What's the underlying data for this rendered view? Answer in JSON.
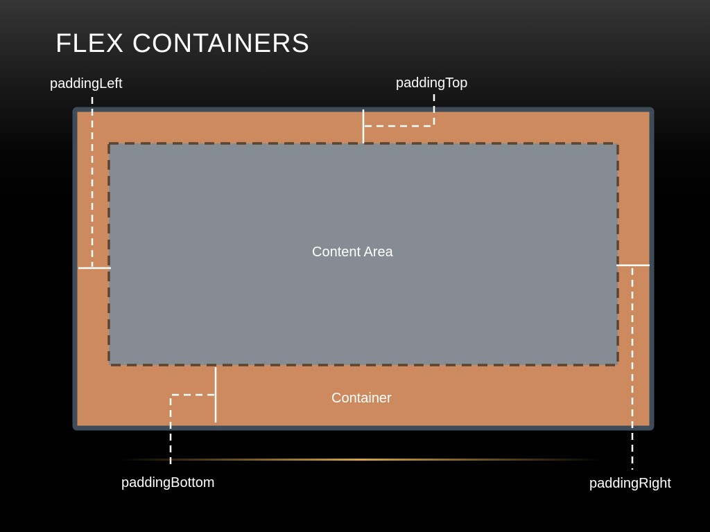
{
  "slide": {
    "title": "Flex Containers"
  },
  "diagram": {
    "content_area_label": "Content Area",
    "container_label": "Container",
    "padding_labels": {
      "left": "paddingLeft",
      "top": "paddingTop",
      "right": "paddingRight",
      "bottom": "paddingBottom"
    }
  },
  "colors": {
    "container_fill": "#cc8a5e",
    "container_border": "#3e4c5a",
    "content_fill": "#868c93",
    "content_dash": "#5b4530",
    "annotation_line": "#ffffff",
    "text": "#ffffff"
  }
}
